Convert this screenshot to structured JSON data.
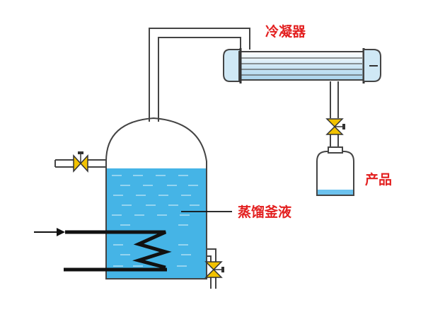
{
  "labels": {
    "condenser": "冷凝器",
    "product": "产品",
    "still_liquid": "蒸馏釜液"
  },
  "colors": {
    "label": "#e32020",
    "liquid": "#45b4e6",
    "liquid_foam": "#ffffff",
    "pipe_outline": "#444444",
    "condenser_fill": "#cfe8f5",
    "valve_fill": "#f2c200",
    "heating_coil": "#111111",
    "product_liquid": "#6cc2ee"
  }
}
